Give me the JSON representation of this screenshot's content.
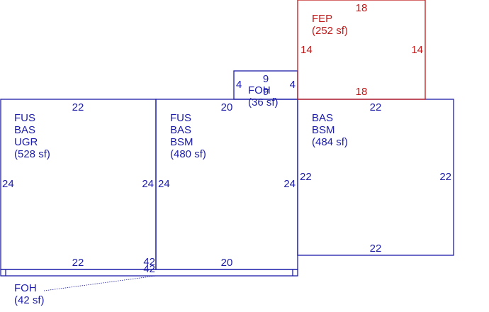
{
  "colors": {
    "main": "#1c1ca8",
    "porch": "#c01818"
  },
  "areas": {
    "ugr": {
      "codes": [
        "FUS",
        "BAS",
        "UGR"
      ],
      "area": "(528 sf)"
    },
    "bsm1": {
      "codes": [
        "FUS",
        "BAS",
        "BSM"
      ],
      "area": "(480 sf)"
    },
    "bsm2": {
      "codes": [
        "BAS",
        "BSM"
      ],
      "area": "(484 sf)"
    },
    "fep": {
      "codes": [
        "FEP"
      ],
      "area": "(252 sf)"
    },
    "foh_small": {
      "codes": [
        "FOH"
      ],
      "area": "(36 sf)"
    },
    "foh_bottom": {
      "codes": [
        "FOH"
      ],
      "area": "(42 sf)"
    }
  },
  "dims": {
    "ugr_top": "22",
    "ugr_left": "24",
    "ugr_right": "24",
    "ugr_bottom": "22",
    "bsm1_top": "20",
    "bsm1_left": "24",
    "bsm1_right": "24",
    "bsm1_bottom": "20",
    "bsm2_top": "22",
    "bsm2_left": "22",
    "bsm2_right": "22",
    "bsm2_bottom": "22",
    "fep_top": "18",
    "fep_left": "14",
    "fep_right": "14",
    "fep_bottom": "18",
    "foh_top": "9",
    "foh_left": "4",
    "foh_right": "4",
    "foh_bottom": "9",
    "strip_a": "42",
    "strip_b": "42"
  }
}
